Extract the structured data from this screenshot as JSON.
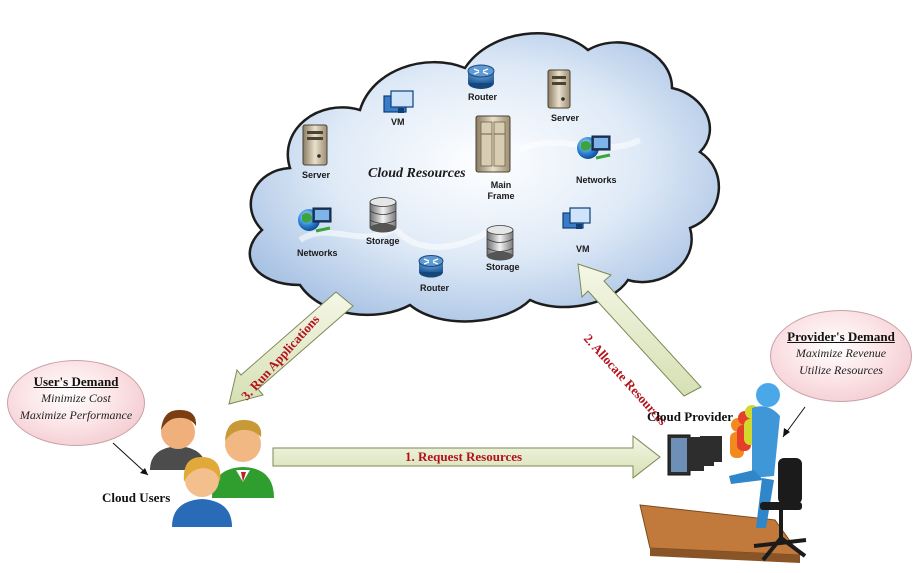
{
  "cloud": {
    "title": "Cloud Resources",
    "labels": {
      "router_top": "Router",
      "vm_top": "VM",
      "server_right": "Server",
      "server_left": "Server",
      "mainframe_line1": "Main",
      "mainframe_line2": "Frame",
      "networks_right": "Networks",
      "networks_left": "Networks",
      "storage_left": "Storage",
      "storage_mid": "Storage",
      "vm_right": "VM",
      "router_bottom": "Router"
    }
  },
  "users": {
    "label": "Cloud Users",
    "demand": {
      "title": "User's Demand",
      "lines": [
        "Minimize Cost",
        "Maximize Performance"
      ]
    }
  },
  "provider": {
    "label": "Cloud Provider",
    "demand": {
      "title": "Provider's Demand",
      "lines": [
        "Maximize Revenue",
        "Utilize Resources"
      ]
    }
  },
  "steps": {
    "request": "1. Request Resources",
    "allocate": "2. Allocate Resources",
    "run": "3. Run Applications"
  }
}
